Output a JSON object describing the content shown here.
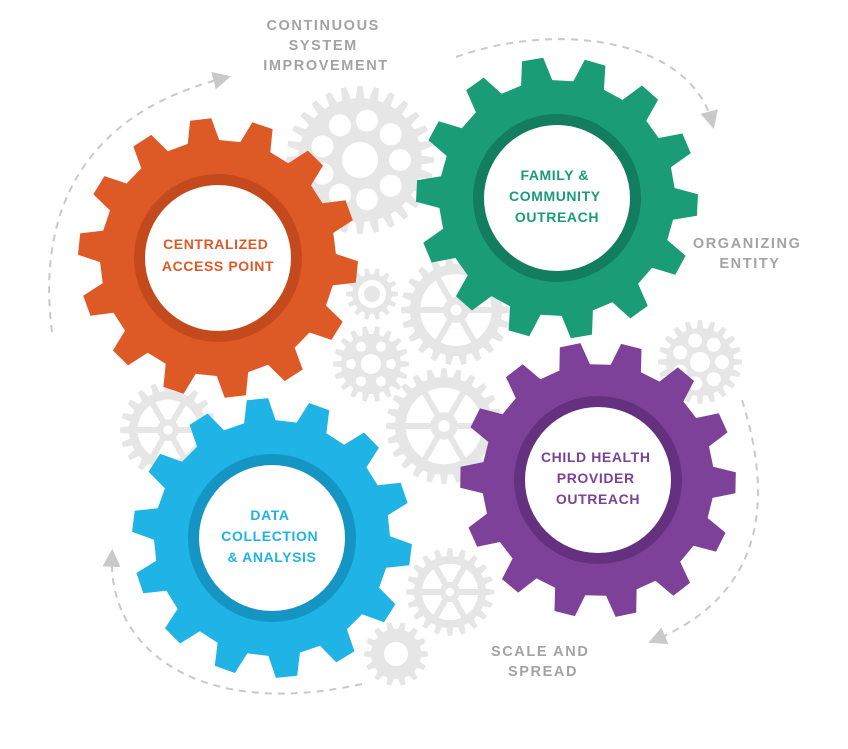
{
  "colors": {
    "background": "#ffffff",
    "arrow": "#c9c9c9",
    "side_label": "#a3a3a3",
    "bg_gear_fill": "#e6e6e6",
    "bg_gear_hole": "#ffffff",
    "orange": "#dd5a27",
    "orange_ring": "#c44a1e",
    "green": "#1a9c77",
    "green_ring": "#127d5f",
    "blue": "#1fb3e6",
    "blue_ring": "#1495c4",
    "purple": "#7d4199",
    "purple_ring": "#65307f",
    "hub": "#ffffff"
  },
  "labels": {
    "continuous": [
      "CONTINUOUS",
      "SYSTEM",
      "IMPROVEMENT"
    ],
    "organizing": [
      "ORGANIZING",
      "ENTITY"
    ],
    "scale": [
      "SCALE AND",
      "SPREAD"
    ]
  },
  "gears": {
    "centralized": {
      "lines": [
        "CENTRALIZED",
        "ACCESS POINT"
      ],
      "color_key": "orange"
    },
    "family": {
      "lines": [
        "FAMILY &",
        "COMMUNITY",
        "OUTREACH"
      ],
      "color_key": "green"
    },
    "data": {
      "lines": [
        "DATA",
        "COLLECTION",
        "& ANALYSIS"
      ],
      "color_key": "blue"
    },
    "child": {
      "lines": [
        "CHILD HEALTH",
        "PROVIDER",
        "OUTREACH"
      ],
      "color_key": "purple"
    }
  }
}
